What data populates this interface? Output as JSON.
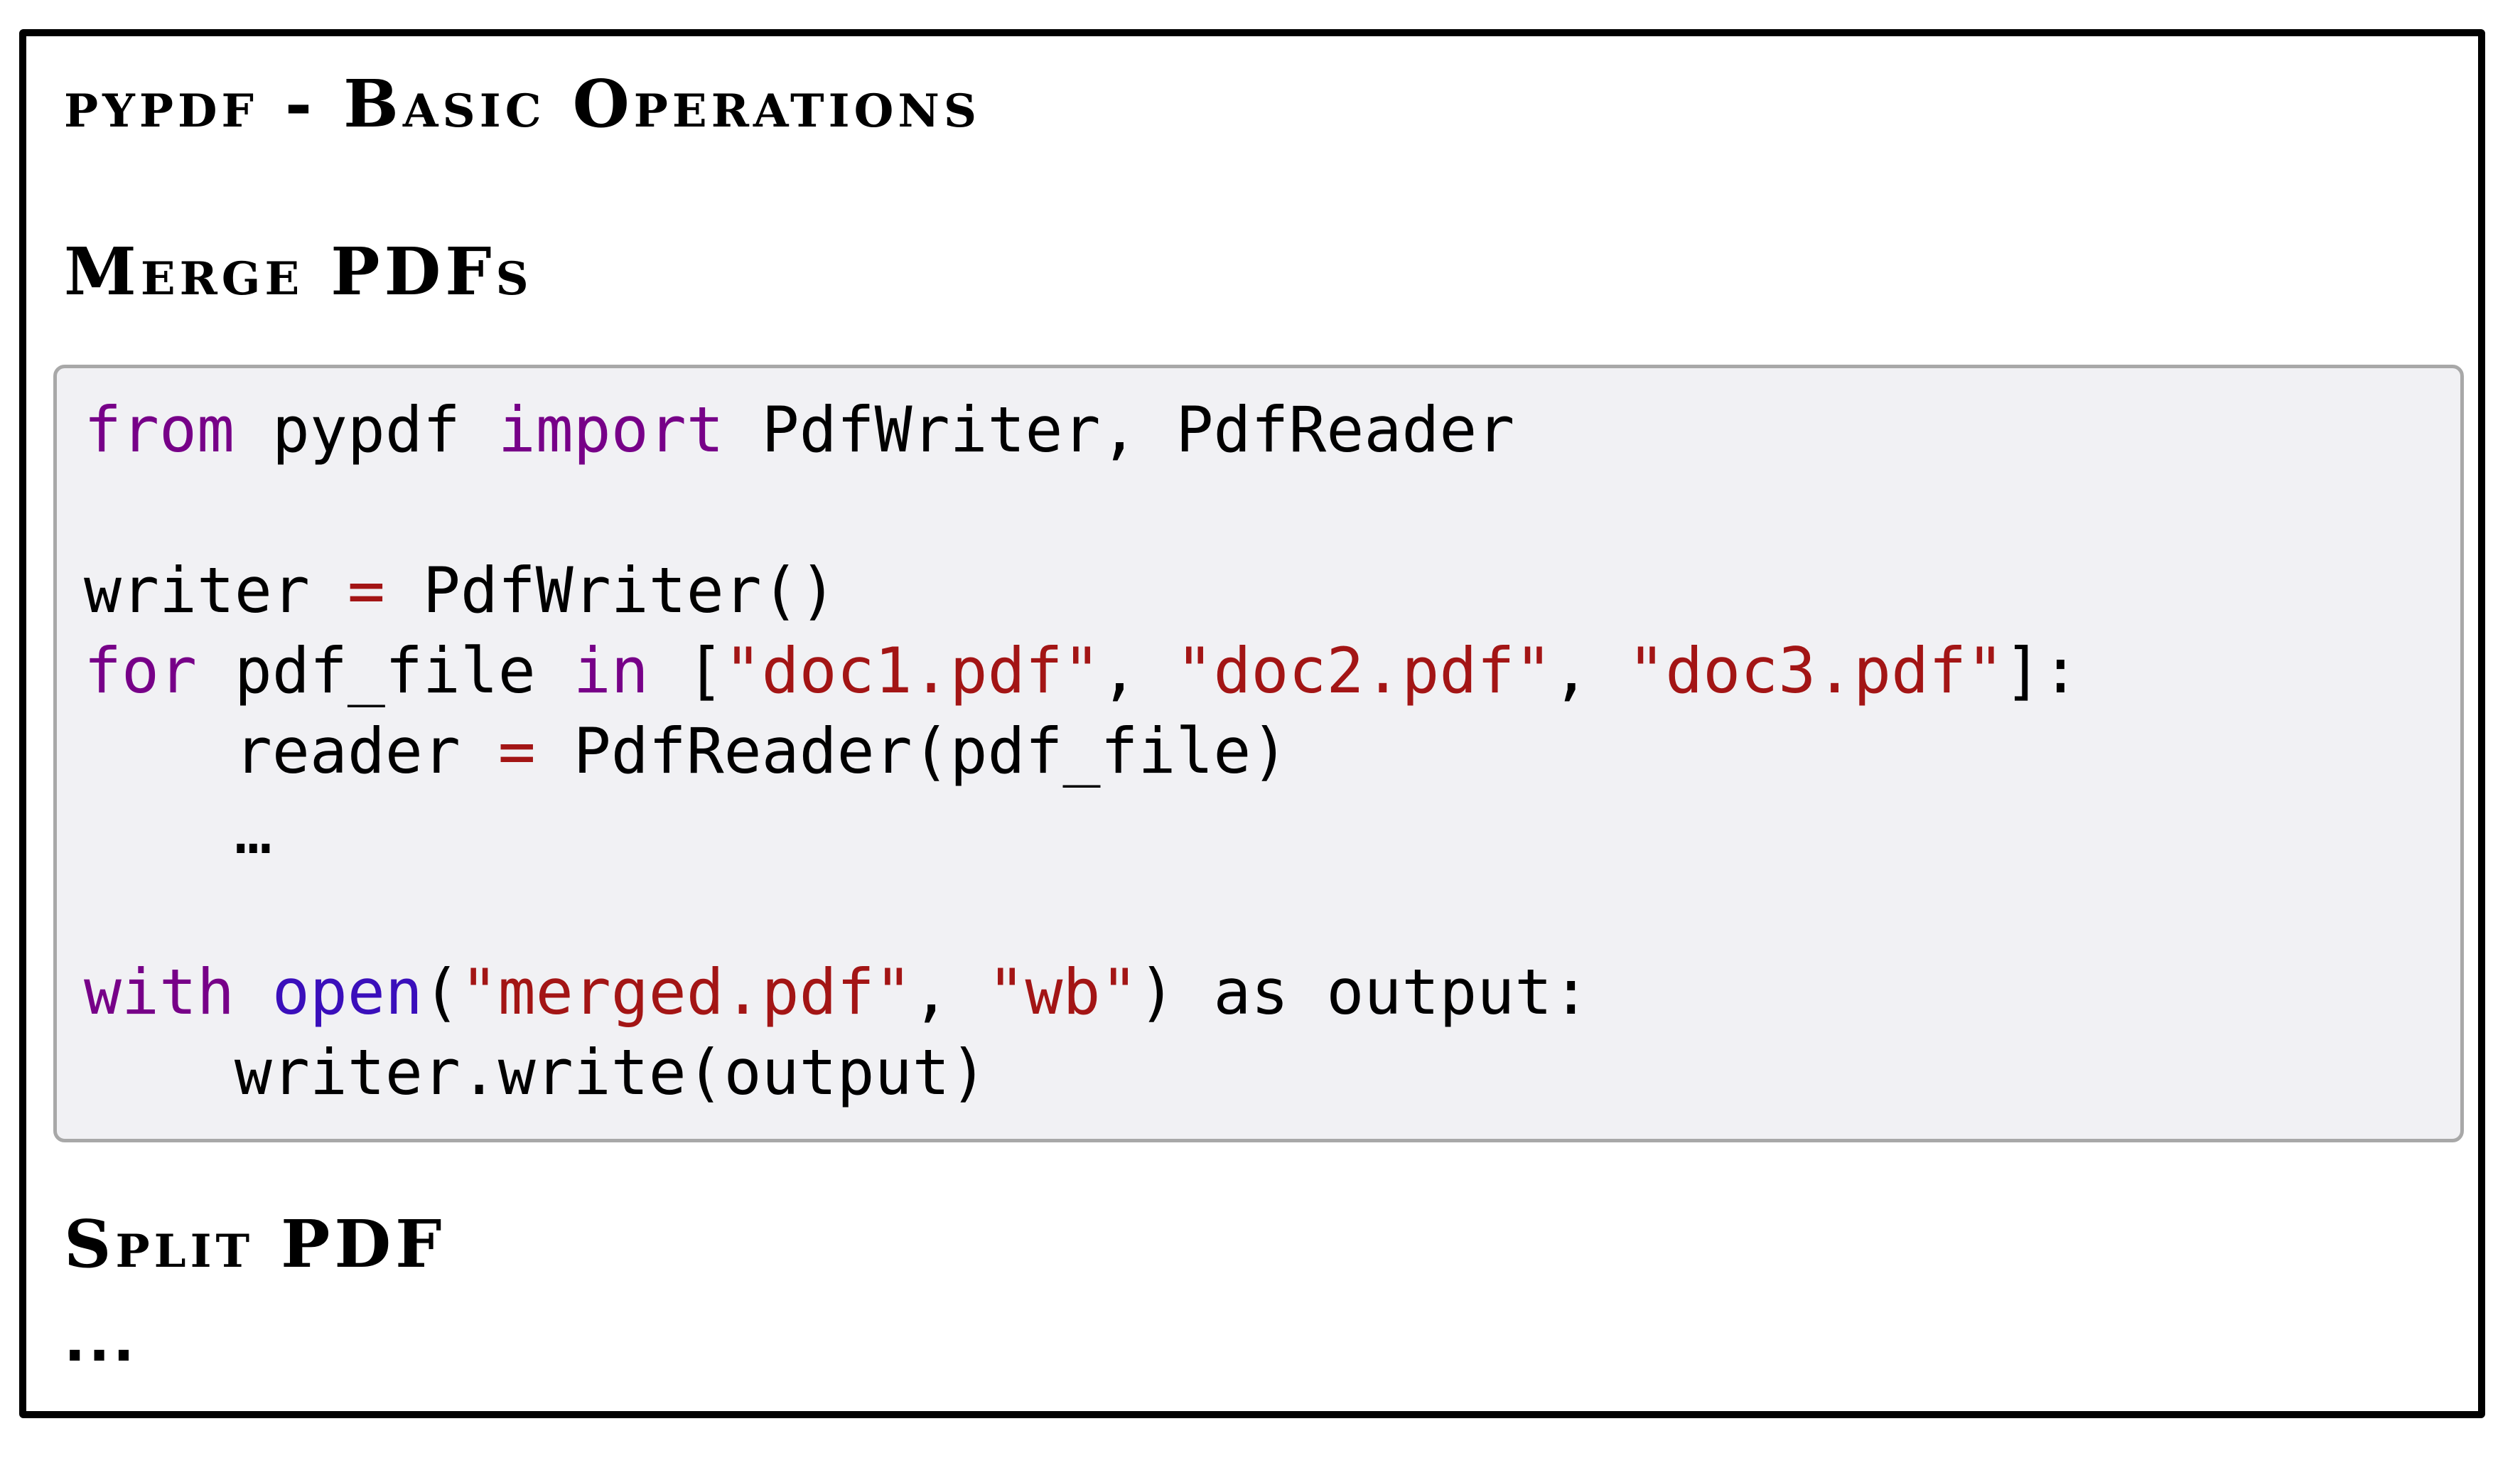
{
  "title": "pypdf - Basic Operations",
  "sections": [
    {
      "heading": "Merge PDFs",
      "code": {
        "lines": [
          [
            {
              "t": "kw",
              "v": "from"
            },
            {
              "t": "p",
              "v": " pypdf "
            },
            {
              "t": "kw",
              "v": "import"
            },
            {
              "t": "p",
              "v": " PdfWriter, PdfReader"
            }
          ],
          [],
          [
            {
              "t": "p",
              "v": "writer "
            },
            {
              "t": "op",
              "v": "="
            },
            {
              "t": "p",
              "v": " PdfWriter()"
            }
          ],
          [
            {
              "t": "kw",
              "v": "for"
            },
            {
              "t": "p",
              "v": " pdf_file "
            },
            {
              "t": "kw",
              "v": "in"
            },
            {
              "t": "p",
              "v": " ["
            },
            {
              "t": "str",
              "v": "\"doc1.pdf\""
            },
            {
              "t": "p",
              "v": ", "
            },
            {
              "t": "str",
              "v": "\"doc2.pdf\""
            },
            {
              "t": "p",
              "v": ", "
            },
            {
              "t": "str",
              "v": "\"doc3.pdf\""
            },
            {
              "t": "p",
              "v": "]:"
            }
          ],
          [
            {
              "t": "p",
              "v": "    reader "
            },
            {
              "t": "op",
              "v": "="
            },
            {
              "t": "p",
              "v": " PdfReader(pdf_file)"
            }
          ],
          [
            {
              "t": "p",
              "v": "    …"
            }
          ],
          [],
          [
            {
              "t": "kw",
              "v": "with"
            },
            {
              "t": "p",
              "v": " "
            },
            {
              "t": "bi",
              "v": "open"
            },
            {
              "t": "p",
              "v": "("
            },
            {
              "t": "str",
              "v": "\"merged.pdf\""
            },
            {
              "t": "p",
              "v": ", "
            },
            {
              "t": "str",
              "v": "\"wb\""
            },
            {
              "t": "p",
              "v": ") as output:"
            }
          ],
          [
            {
              "t": "p",
              "v": "    writer.write(output)"
            }
          ]
        ]
      }
    },
    {
      "heading": "Split PDF",
      "body": "..."
    }
  ],
  "colors": {
    "keyword": "#770088",
    "builtin": "#3a0fbb",
    "string": "#a31515",
    "operator": "#a31515",
    "code_bg": "#f1f1f4",
    "code_border": "#a8a8a8"
  }
}
